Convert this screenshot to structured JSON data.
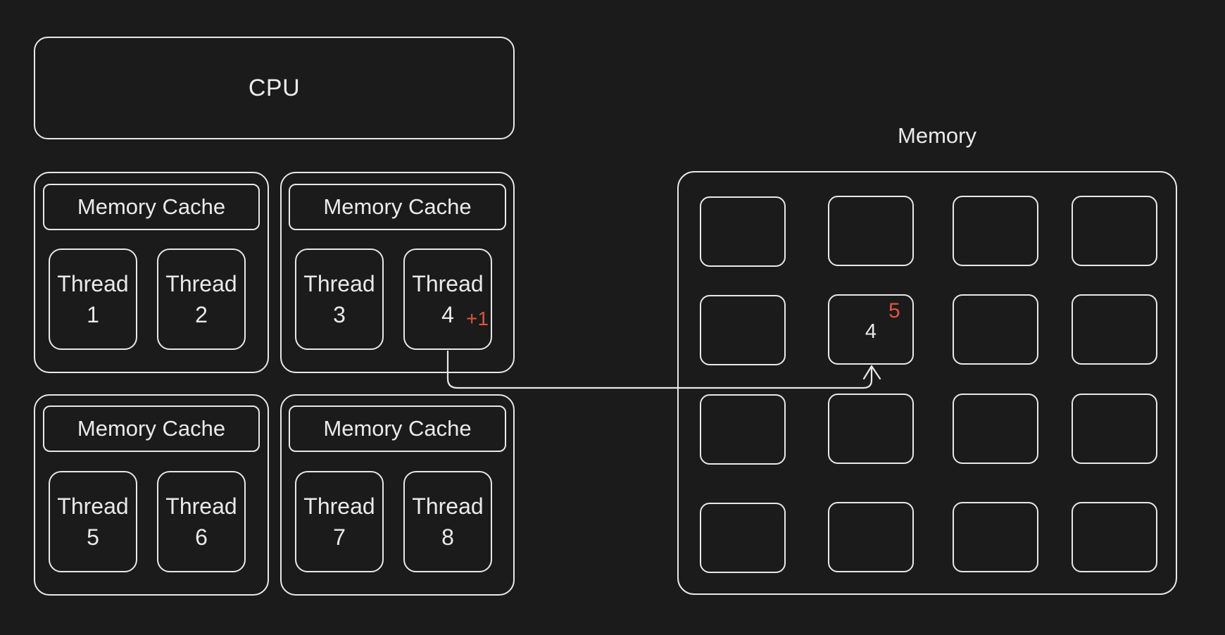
{
  "cpu": {
    "label": "CPU"
  },
  "cores": [
    {
      "cache_label": "Memory Cache",
      "threads": [
        {
          "word": "Thread",
          "num": "1"
        },
        {
          "word": "Thread",
          "num": "2"
        }
      ]
    },
    {
      "cache_label": "Memory Cache",
      "threads": [
        {
          "word": "Thread",
          "num": "3"
        },
        {
          "word": "Thread",
          "num": "4"
        }
      ]
    },
    {
      "cache_label": "Memory Cache",
      "threads": [
        {
          "word": "Thread",
          "num": "5"
        },
        {
          "word": "Thread",
          "num": "6"
        }
      ]
    },
    {
      "cache_label": "Memory Cache",
      "threads": [
        {
          "word": "Thread",
          "num": "7"
        },
        {
          "word": "Thread",
          "num": "8"
        }
      ]
    }
  ],
  "increment_label": "+1",
  "memory": {
    "title": "Memory",
    "cell_value": "4",
    "new_value": "5"
  },
  "colors": {
    "background": "#1b1b1b",
    "stroke": "#e8e8e8",
    "highlight": "#e0533d"
  }
}
